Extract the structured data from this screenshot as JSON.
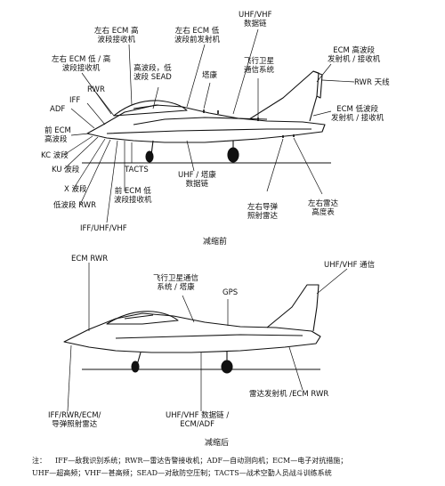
{
  "top": {
    "labels": {
      "lr_ecm_high": "左右 ECM 高\n波段接收机",
      "lr_ecm_low_tx": "左右 ECM 低\n波段前发射机",
      "uhf_vhf_datalink": "UHF/VHF\n数据链",
      "lr_ecm_low_high_rx": "左右 ECM 低 / 高\n波段接收机",
      "high_low_sead": "高波段，低\n波段 SEAD",
      "tacan": "塔康",
      "satcom": "飞行卫星\n通信系统",
      "ecm_high_txrx": "ECM 高波段\n发射机 / 接收机",
      "rwr": "RWR",
      "rwr_antenna": "RWR 天线",
      "adf": "ADF",
      "iff": "IFF",
      "ecm_low_txrx": "ECM 低波段\n发射机 / 接收机",
      "front_ecm_high": "前 ECM\n高波段",
      "kc_band": "KC 波段",
      "ku_band": "KU 波段",
      "tacts": "TACTS",
      "uhf_tacan_datalink": "UHF / 塔康\n数据链",
      "x_band": "X 波段",
      "low_band_rwr": "低波段 RWR",
      "front_ecm_low_rx": "前 ECM 低\n波段接收机",
      "lr_missile_radar": "左右导弹\n照射雷达",
      "lr_altimeter": "左右雷达\n高度表",
      "iff_uhf_vhf": "IFF/UHF/VHF"
    },
    "caption": "减缩前"
  },
  "bottom": {
    "labels": {
      "ecm_rwr": "ECM RWR",
      "uhf_vhf_comm": "UHF/VHF 通信",
      "satcom_tacan": "飞行卫星通信\n系统 / 塔康",
      "gps": "GPS",
      "radar_tx_ecm_rwr": "雷达发射机 /ECM RWR",
      "iff_rwr_ecm": "IFF/RWR/ECM/\n导弹照射雷达",
      "uhf_vhf_datalink_ecm_adf": "UHF/VHF 数据链 /\nECM/ADF"
    },
    "caption": "减缩后"
  },
  "notes": {
    "prefix": "注：",
    "line1": "IFF—敌我识别系统；RWR—雷达告警接收机；ADF—自动测向机；ECM—电子对抗措施；",
    "line2": "UHF—超高频；VHF—甚高频；SEAD—对敌防空压制；TACTS—战术空勤人员战斗训练系统"
  }
}
